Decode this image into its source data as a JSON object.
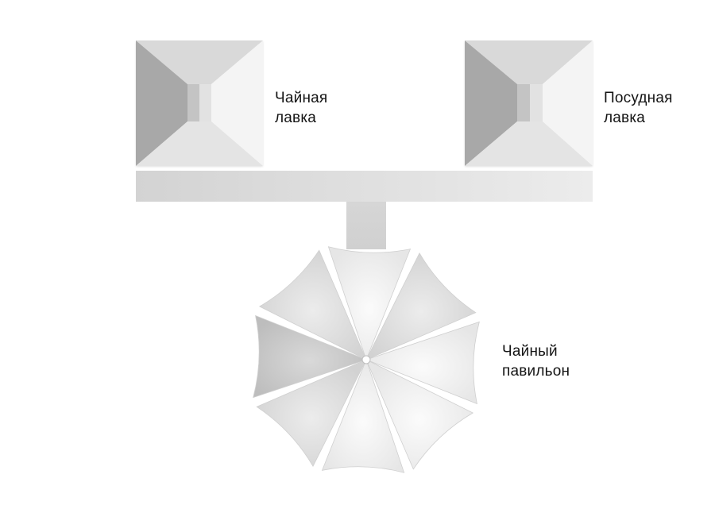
{
  "labels": {
    "tea_shop": [
      "Чайная",
      "лавка"
    ],
    "dish_shop": [
      "Посудная",
      "лавка"
    ],
    "tea_pavilion": [
      "Чайный",
      "павильон"
    ]
  },
  "colors": {
    "background": "#ffffff",
    "text": "#141414",
    "walkway": "#dadada",
    "roof_dark": "#a9a9a9",
    "roof_light": "#f4f4f4"
  }
}
